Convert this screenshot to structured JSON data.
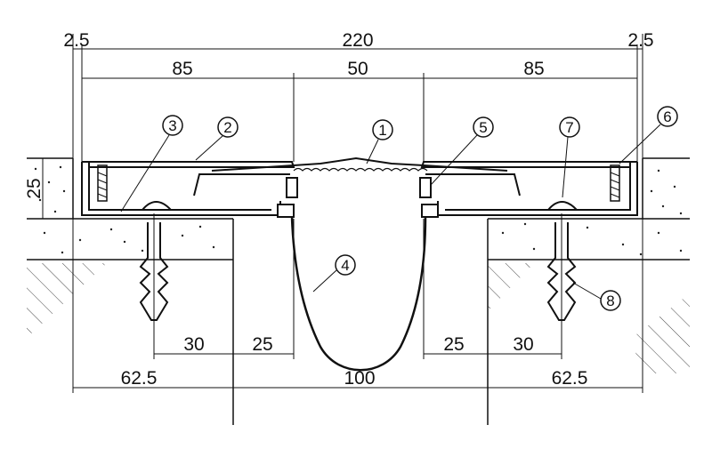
{
  "drawing": {
    "dimensions": {
      "top_total": "220",
      "top_left_gap": "2.5",
      "top_right_gap": "2.5",
      "upper_left": "85",
      "upper_center": "50",
      "upper_right": "85",
      "side_height": "25",
      "lower_left_inner": "30",
      "lower_left_gap": "25",
      "lower_right_gap": "25",
      "lower_right_inner": "30",
      "bottom_left": "62.5",
      "bottom_center": "100",
      "bottom_right": "62.5"
    },
    "callouts": [
      "1",
      "2",
      "3",
      "4",
      "5",
      "6",
      "7",
      "8"
    ]
  }
}
